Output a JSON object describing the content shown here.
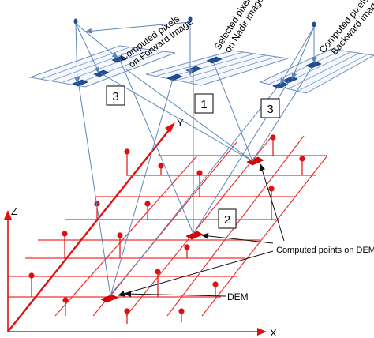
{
  "labels": {
    "forward": [
      "Computed pixels",
      "on Forward image"
    ],
    "nadir": [
      "Selected pixels",
      "on Nadir image"
    ],
    "backward": [
      "Computed pixels of",
      "Backward image"
    ],
    "computed_points": "Computed points  on DEM",
    "dem": "DEM"
  },
  "axes": {
    "x": "X",
    "y": "Y",
    "z": "Z"
  },
  "steps": {
    "forward": "3",
    "nadir": "1",
    "backward": "3",
    "dem": "2"
  },
  "colors": {
    "grid": "#f03030",
    "axis": "#e01010",
    "ray": "#5b86b8",
    "image_grid": "#7090c0",
    "pixel": "#1f4f9a",
    "camera": "#1f4f9a",
    "pin": "#dd1111",
    "text": "#000000"
  }
}
